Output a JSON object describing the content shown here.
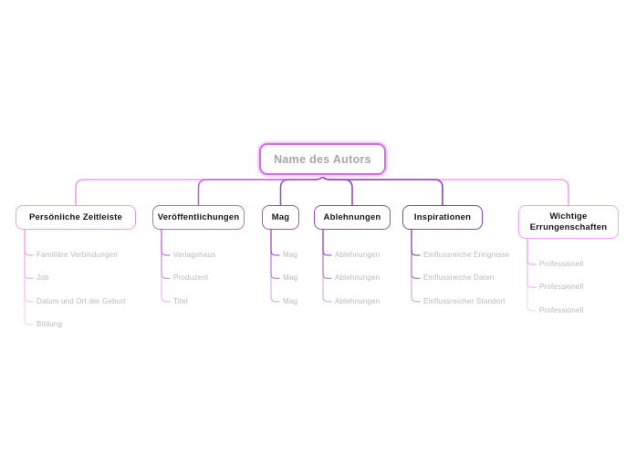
{
  "diagram_title": "Author mind map",
  "root": {
    "label": "Name des Autors"
  },
  "branches": [
    {
      "label": "Persönliche Zeitleiste",
      "color": "#f09bef",
      "children": [
        "Familiäre Verbindungen",
        "Job",
        "Datum und Ort der Geburt",
        "Bildung"
      ]
    },
    {
      "label": "Veröffentlichungen",
      "color": "#c264d8",
      "children": [
        "Verlagshaus",
        "Produzent",
        "Titel"
      ]
    },
    {
      "label": "Mag",
      "color": "#a44fc9",
      "children": [
        "Mag",
        "Mag",
        "Mag"
      ]
    },
    {
      "label": "Ablehnungen",
      "color": "#9a48bd",
      "children": [
        "Ablehnungen",
        "Ablehnungen",
        "Ablehnungen"
      ]
    },
    {
      "label": "Inspirationen",
      "color": "#8c42ad",
      "children": [
        "Einflussreiche Ereignisse",
        "Einflussreiche Daten",
        "Einflussreicher Standort"
      ]
    },
    {
      "label": "Wichtige Errungenschaften",
      "color": "#f2a0f1",
      "children": [
        "Professionell",
        "Professionell",
        "Professionell"
      ]
    }
  ],
  "colors": {
    "root_border": "#d96ae8",
    "root_text": "#a6a6a6",
    "branch_text": "#161616",
    "child_text": "#b8b8b8",
    "background": "#ffffff"
  }
}
